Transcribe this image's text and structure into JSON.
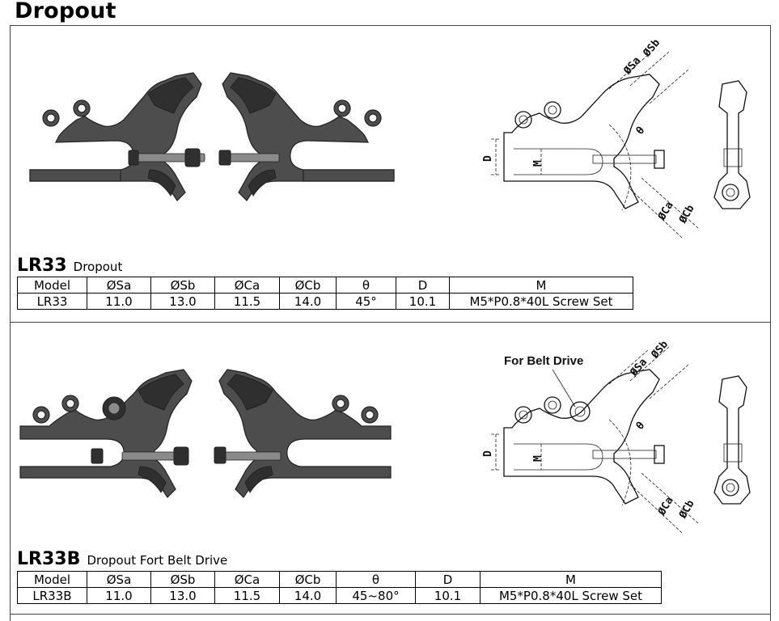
{
  "page": {
    "title": "Dropout"
  },
  "products": [
    {
      "code": "LR33",
      "description": "Dropout",
      "drawing_note": "",
      "table": {
        "headers": [
          "Model",
          "ØSa",
          "ØSb",
          "ØCa",
          "ØCb",
          "θ",
          "D",
          "M"
        ],
        "row": [
          "LR33",
          "11.0",
          "13.0",
          "11.5",
          "14.0",
          "45°",
          "10.1",
          "M5*P0.8*40L Screw Set"
        ]
      }
    },
    {
      "code": "LR33B",
      "description": "Dropout Fort Belt Drive",
      "drawing_note": "For Belt Drive",
      "table": {
        "headers": [
          "Model",
          "ØSa",
          "ØSb",
          "ØCa",
          "ØCb",
          "θ",
          "D",
          "M"
        ],
        "row": [
          "LR33B",
          "11.0",
          "13.0",
          "11.5",
          "14.0",
          "45~80°",
          "10.1",
          "M5*P0.8*40L Screw Set"
        ]
      }
    }
  ],
  "dimension_labels": {
    "sa": "ØSa",
    "sb": "ØSb",
    "ca": "ØCa",
    "cb": "ØCb",
    "theta": "θ",
    "d": "D",
    "m": "M"
  }
}
